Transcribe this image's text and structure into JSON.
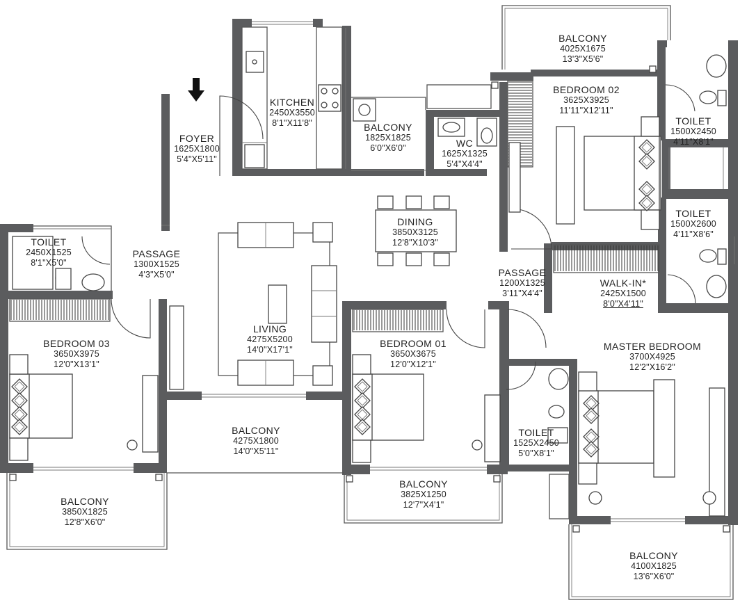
{
  "rooms": {
    "foyer": {
      "name": "FOYER",
      "metric": "1625X1800",
      "imperial": "5'4\"X5'11\""
    },
    "kitchen": {
      "name": "KITCHEN",
      "metric": "2450X3550",
      "imperial": "8'1\"X11'8\""
    },
    "balcony_kitchen": {
      "name": "BALCONY",
      "metric": "1825X1825",
      "imperial": "6'0\"X6'0\""
    },
    "wc": {
      "name": "WC",
      "metric": "1625X1325",
      "imperial": "5'4\"X4'4\""
    },
    "balcony_top": {
      "name": "BALCONY",
      "metric": "4025X1675",
      "imperial": "13'3\"X5'6\""
    },
    "bedroom_02": {
      "name": "BEDROOM 02",
      "metric": "3625X3925",
      "imperial": "11'11\"X12'11\""
    },
    "toilet_b02": {
      "name": "TOILET",
      "metric": "1500X2450",
      "imperial": "4'11\"X8'1\""
    },
    "toilet_master": {
      "name": "TOILET",
      "metric": "1500X2600",
      "imperial": "4'11\"X8'6\""
    },
    "dining": {
      "name": "DINING",
      "metric": "3850X3125",
      "imperial": "12'8\"X10'3\""
    },
    "toilet_b03": {
      "name": "TOILET",
      "metric": "2450X1525",
      "imperial": "8'1\"X5'0\""
    },
    "passage_left": {
      "name": "PASSAGE",
      "metric": "1300X1525",
      "imperial": "4'3\"X5'0\""
    },
    "passage_mid": {
      "name": "PASSAGE",
      "metric": "1200X1325",
      "imperial": "3'11\"X4'4\""
    },
    "walkin": {
      "name": "WALK-IN*",
      "metric": "2425X1500",
      "imperial": "8'0\"X4'11\""
    },
    "living": {
      "name": "LIVING",
      "metric": "4275X5200",
      "imperial": "14'0\"X17'1\""
    },
    "bedroom_03": {
      "name": "BEDROOM 03",
      "metric": "3650X3975",
      "imperial": "12'0\"X13'1\""
    },
    "bedroom_01": {
      "name": "BEDROOM 01",
      "metric": "3650X3675",
      "imperial": "12'0\"X12'1\""
    },
    "master": {
      "name": "MASTER BEDROOM",
      "metric": "3700X4925",
      "imperial": "12'2\"X16'2\""
    },
    "balcony_living": {
      "name": "BALCONY",
      "metric": "4275X1800",
      "imperial": "14'0\"X5'11\""
    },
    "toilet_b01": {
      "name": "TOILET",
      "metric": "1525X2450",
      "imperial": "5'0\"X8'1\""
    },
    "balcony_b01": {
      "name": "BALCONY",
      "metric": "3825X1250",
      "imperial": "12'7\"X4'1\""
    },
    "balcony_b03": {
      "name": "BALCONY",
      "metric": "3850X1825",
      "imperial": "12'8\"X6'0\""
    },
    "balcony_master": {
      "name": "BALCONY",
      "metric": "4100X1825",
      "imperial": "13'6\"X6'0\""
    }
  },
  "icons": {
    "entry": "entry-arrow-icon"
  },
  "colors": {
    "wall": "#5b5c5e",
    "line": "#444444",
    "background": "#ffffff"
  }
}
